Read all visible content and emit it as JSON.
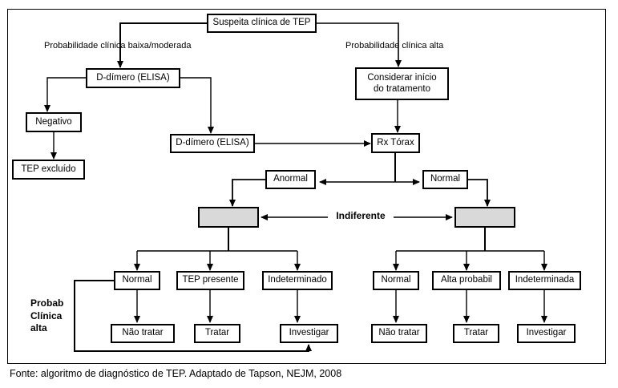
{
  "diagram": {
    "root": "Suspeita clínica de TEP",
    "branch_left_label": "Probabilidade clínica baixa/moderada",
    "branch_right_label": "Probabilidade clínica alta",
    "ddimer_1": "D-dímero (ELISA)",
    "considerar": "Considerar início\ndo tratamento",
    "negativo": "Negativo",
    "tep_excluido": "TEP excluído",
    "ddimer_2": "D-dímero (ELISA)",
    "rx_torax": "Rx Tórax",
    "anormal": "Anormal",
    "normal_top": "Normal",
    "indiferente": "Indiferente",
    "left_branch": {
      "outcomes": [
        "Normal",
        "TEP presente",
        "Indeterminado"
      ],
      "actions": [
        "Não tratar",
        "Tratar",
        "Investigar"
      ]
    },
    "right_branch": {
      "outcomes": [
        "Normal",
        "Alta probabil",
        "Indeterminada"
      ],
      "actions": [
        "Não tratar",
        "Tratar",
        "Investigar"
      ]
    },
    "side_note": "Probab\nClínica\nalta",
    "gray_box_color": "#d9d9d9",
    "line_color": "#000000"
  },
  "footer": "Fonte: algoritmo de diagnóstico de TEP. Adaptado de Tapson, NEJM, 2008"
}
